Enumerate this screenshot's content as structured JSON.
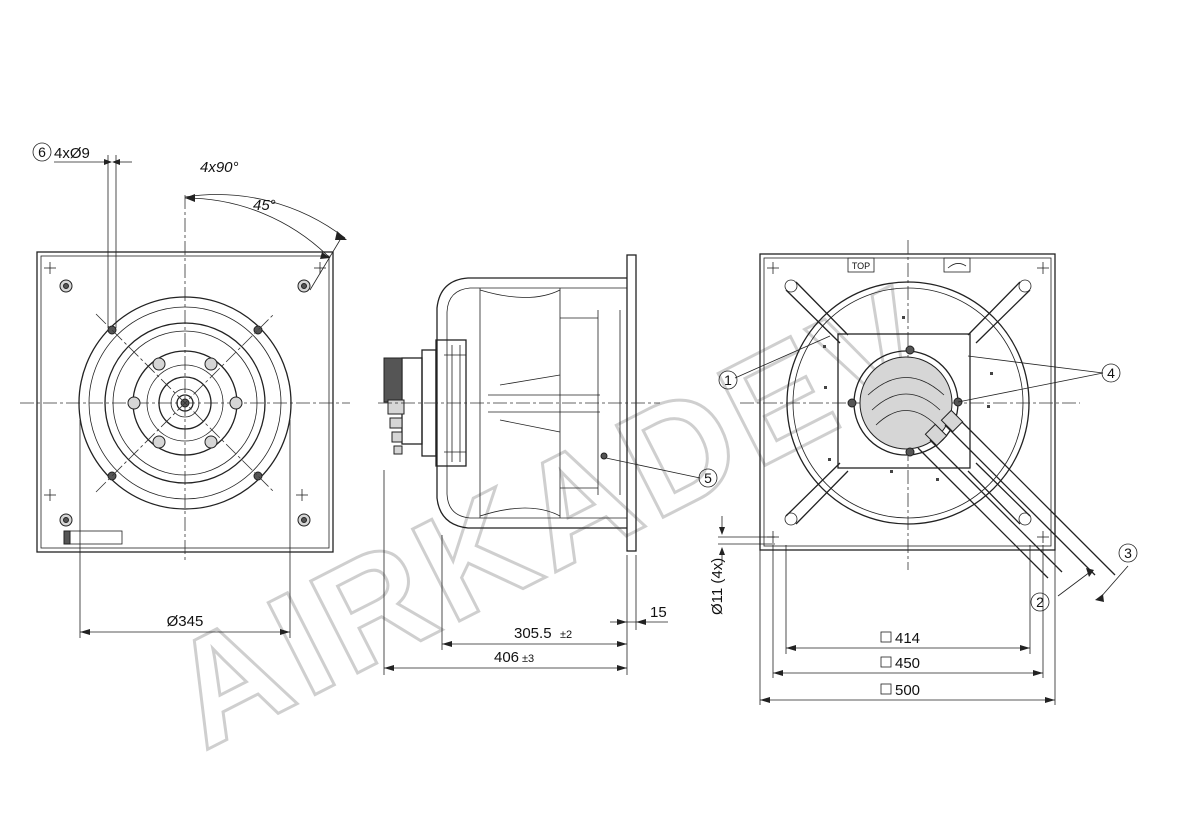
{
  "callouts": [
    "1",
    "2",
    "3",
    "4",
    "5",
    "6"
  ],
  "labels": {
    "holes_top": "4xØ9",
    "angle_4x90": "4x90°",
    "angle_45": "45°",
    "dia_345": "Ø345",
    "depth_305": "305.5",
    "tol_305": "±2",
    "flange_15": "15",
    "depth_406": "406",
    "tol_406": "±3",
    "holes_side": "Ø11 (4x)",
    "sq_414": "414",
    "sq_450": "450",
    "sq_500": "500",
    "top_mark": "TOP"
  },
  "watermark": "AIRKADEV",
  "colors": {
    "line": "#222222",
    "fill": "#d6d6d6",
    "watermark": "#c8c8c8"
  }
}
